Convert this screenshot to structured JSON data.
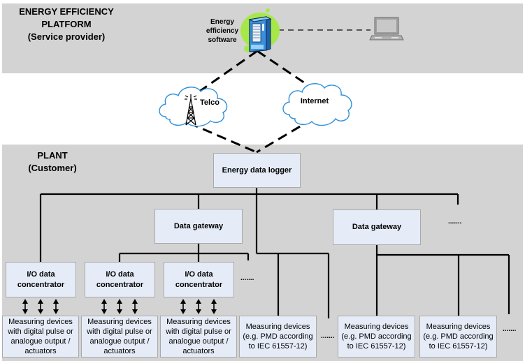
{
  "platform": {
    "title_lines": [
      "ENERGY EFFICIENCY",
      "PLATFORM",
      "(Service provider)"
    ],
    "software_label_lines": [
      "Energy",
      "efficiency",
      "software"
    ],
    "icons": {
      "server": "server-icon",
      "laptop": "laptop-icon"
    }
  },
  "network": {
    "telco_label": "Telco",
    "internet_label": "Internet",
    "icons": {
      "cloud": "cloud-icon",
      "tower": "antenna-tower-icon"
    }
  },
  "plant": {
    "title_lines": [
      "PLANT",
      "(Customer)"
    ],
    "logger_label": "Energy data logger",
    "gateways": [
      {
        "label": "Data gateway"
      },
      {
        "label": "Data gateway"
      }
    ],
    "gateway_more": ".......",
    "concentrators": [
      {
        "label_lines": [
          "I/O data",
          "concentrator"
        ]
      },
      {
        "label_lines": [
          "I/O data",
          "concentrator"
        ]
      },
      {
        "label_lines": [
          "I/O data",
          "concentrator"
        ]
      }
    ],
    "concentrator_more": ".......",
    "io_devices": [
      {
        "label_lines": [
          "Measuring devices",
          "with digital pulse or",
          "analogue output /",
          "actuators"
        ]
      },
      {
        "label_lines": [
          "Measuring devices",
          "with digital pulse or",
          "analogue output /",
          "actuators"
        ]
      },
      {
        "label_lines": [
          "Measuring devices",
          "with digital pulse or",
          "analogue output /",
          "actuators"
        ]
      }
    ],
    "pmd_devices": [
      {
        "label_lines": [
          "Measuring devices",
          "(e.g. PMD according",
          "to IEC 61557-12)"
        ]
      },
      {
        "label_lines": [
          "Measuring devices",
          "(e.g. PMD according",
          "to IEC 61557-12)"
        ]
      },
      {
        "label_lines": [
          "Measuring devices",
          "(e.g. PMD according",
          "to IEC 61557-12)"
        ]
      }
    ],
    "pmd_more_1": ".......",
    "pmd_more_2": "......."
  },
  "colors": {
    "band": "#d3d3d3",
    "box_fill": "#e6ecf7",
    "box_border": "#a9a9a9",
    "cloud_stroke": "#2f8fd8",
    "halo": "#a6e84a",
    "server_blue": "#3a8fdc"
  }
}
